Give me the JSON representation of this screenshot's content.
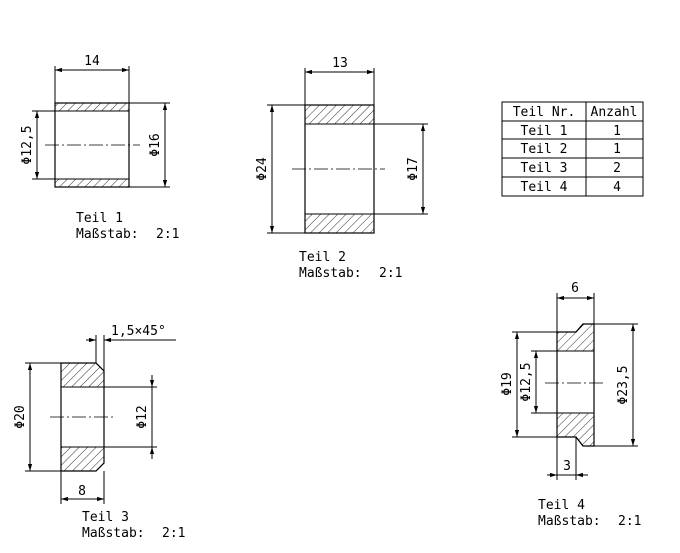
{
  "parts": [
    {
      "name": "Teil 1",
      "scale_label": "Maßstab:",
      "scale": "2:1",
      "dims": {
        "length": "14",
        "inner_dia": "Φ12,5",
        "outer_dia": "Φ16"
      }
    },
    {
      "name": "Teil 2",
      "scale_label": "Maßstab:",
      "scale": "2:1",
      "dims": {
        "length": "13",
        "outer_dia": "Φ24",
        "inner_dia": "Φ17"
      }
    },
    {
      "name": "Teil 3",
      "scale_label": "Maßstab:",
      "scale": "2:1",
      "dims": {
        "chamfer": "1,5×45°",
        "outer_dia": "Φ20",
        "inner_dia": "Φ12",
        "length": "8"
      }
    },
    {
      "name": "Teil 4",
      "scale_label": "Maßstab:",
      "scale": "2:1",
      "dims": {
        "length": "6",
        "collar_dia": "Φ19",
        "inner_dia": "Φ12,5",
        "outer_dia": "Φ23,5",
        "collar_length": "3"
      }
    }
  ],
  "table": {
    "headers": [
      "Teil Nr.",
      "Anzahl"
    ],
    "rows": [
      [
        "Teil 1",
        "1"
      ],
      [
        "Teil 2",
        "1"
      ],
      [
        "Teil 3",
        "2"
      ],
      [
        "Teil 4",
        "4"
      ]
    ]
  }
}
